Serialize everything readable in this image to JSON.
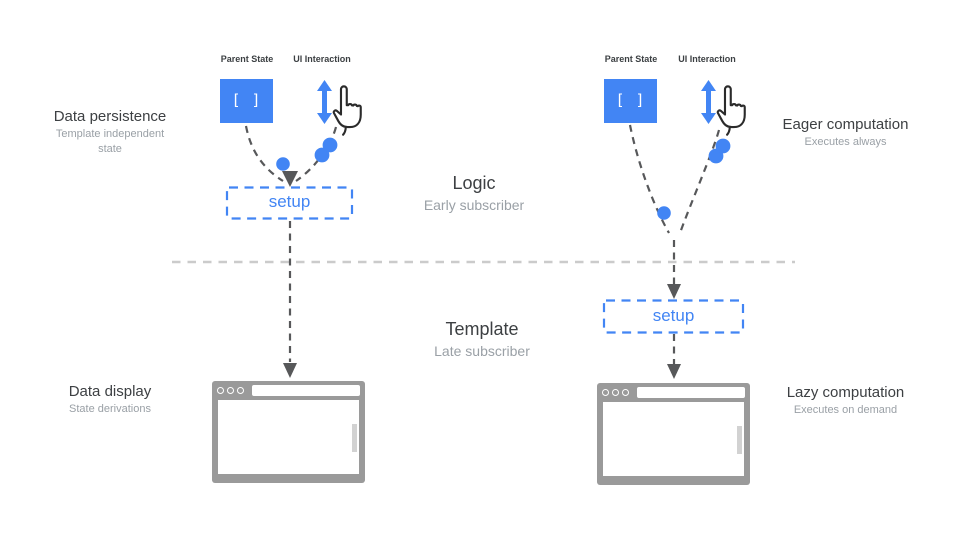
{
  "labels": {
    "parent_state": "Parent State",
    "ui_interaction": "UI Interaction",
    "array_glyph": "[ ]",
    "setup": "setup"
  },
  "center": {
    "logic_title": "Logic",
    "logic_subtitle": "Early subscriber",
    "template_title": "Template",
    "template_subtitle": "Late subscriber"
  },
  "left": {
    "title": "Data persistence",
    "subtitle": "Template independent state",
    "bottom_title": "Data display",
    "bottom_subtitle": "State derivations"
  },
  "right": {
    "title": "Eager computation",
    "subtitle": "Executes always",
    "bottom_title": "Lazy computation",
    "bottom_subtitle": "Executes on demand"
  },
  "icons": {
    "parent_state": "array-box-icon",
    "ui_interaction": "drag-arrow-with-hand-cursor-icon",
    "display": "browser-window-icon"
  },
  "colors": {
    "accent_blue": "#4285F4",
    "flow_line": "#57585a",
    "divider": "#cbcbcb",
    "window_frame": "#9a9a9a",
    "title_text": "#3d4043",
    "muted_text": "#9aa0a6"
  }
}
